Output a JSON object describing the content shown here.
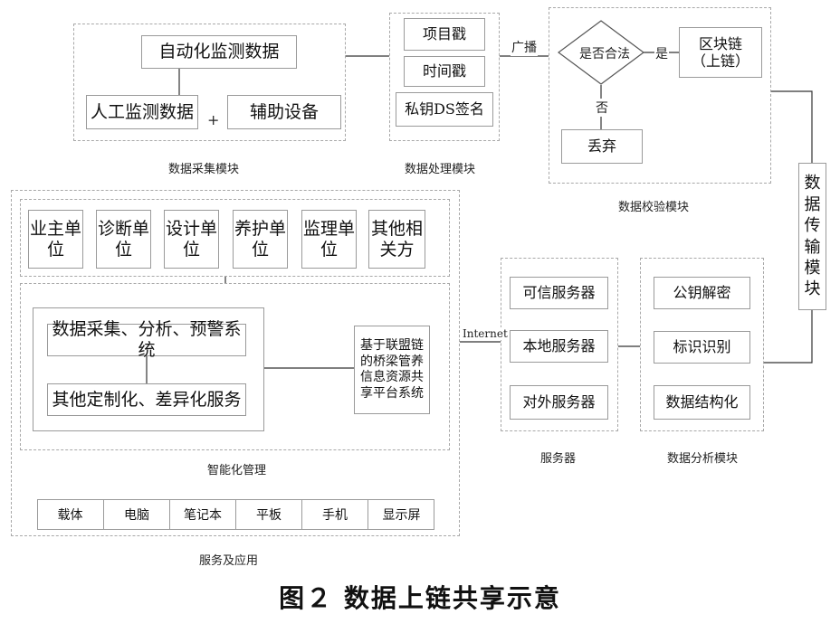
{
  "figure": {
    "title": "图２ 数据上链共享示意"
  },
  "collection": {
    "caption": "数据采集模块",
    "auto": "自动化监测数据",
    "manual": "人工监测数据",
    "plus": "+",
    "aux": "辅助设备"
  },
  "processing": {
    "caption": "数据处理模块",
    "items": [
      "项目戳",
      "时间戳",
      "私钥DS签名"
    ]
  },
  "verify": {
    "caption": "数据校验模块",
    "decision": "是否合法",
    "yes": "是",
    "no": "否",
    "chain": "区块链（上链）",
    "discard": "丢弃"
  },
  "links": {
    "broadcast": "广播",
    "internet": "Internet"
  },
  "transmission": {
    "chars": [
      "数",
      "据",
      "传",
      "输",
      "模",
      "块"
    ]
  },
  "analysis": {
    "caption": "数据分析模块",
    "items": [
      "公钥解密",
      "标识识别",
      "数据结构化"
    ]
  },
  "servers": {
    "caption": "服务器",
    "items": [
      "可信服务器",
      "本地服务器",
      "对外服务器"
    ]
  },
  "service": {
    "caption": "服务及应用",
    "units": [
      [
        "业主单",
        "位"
      ],
      [
        "诊断单",
        "位"
      ],
      [
        "设计单",
        "位"
      ],
      [
        "养护单",
        "位"
      ],
      [
        "监理单",
        "位"
      ],
      [
        "其他相",
        "关方"
      ]
    ],
    "smart_caption": "智能化管理",
    "system1": "数据采集、分析、预警系统",
    "system2": "其他定制化、差异化服务",
    "platform": "基于联盟链的桥梁管养信息资源共享平台系统",
    "devices": [
      "载体",
      "电脑",
      "笔记本",
      "平板",
      "手机",
      "显示屏"
    ]
  }
}
